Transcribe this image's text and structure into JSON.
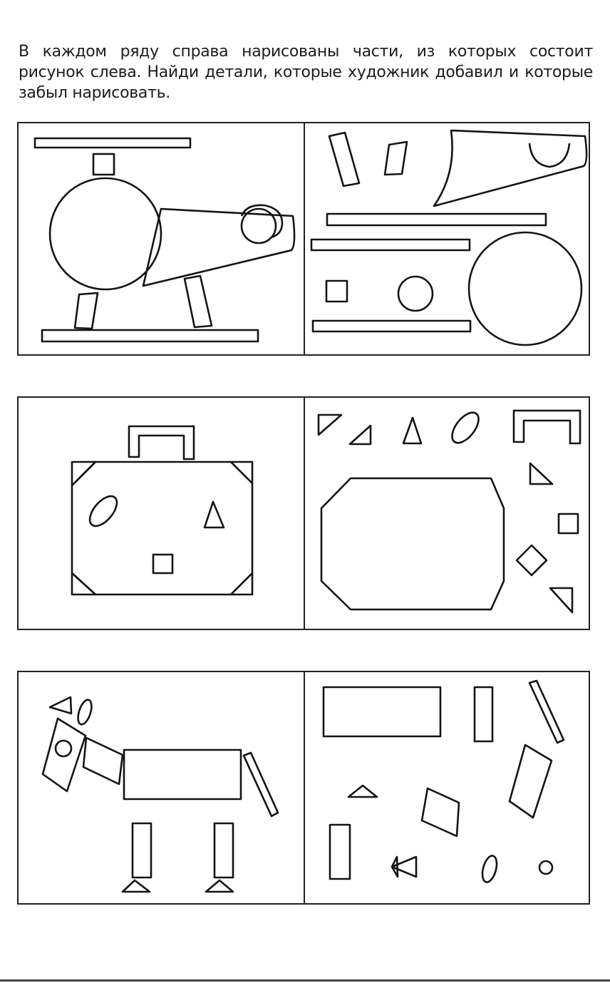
{
  "page": {
    "instructions": "В каждом ряду справа нарисованы части, из которых состоит рисунок слева. Найди детали, которые художник добавил и которые забыл нарисовать."
  },
  "rows": [
    {
      "left_picture": "helicopter",
      "right_picture": "helicopter parts"
    },
    {
      "left_picture": "suitcase",
      "right_picture": "suitcase parts"
    },
    {
      "left_picture": "horse",
      "right_picture": "horse parts"
    }
  ]
}
